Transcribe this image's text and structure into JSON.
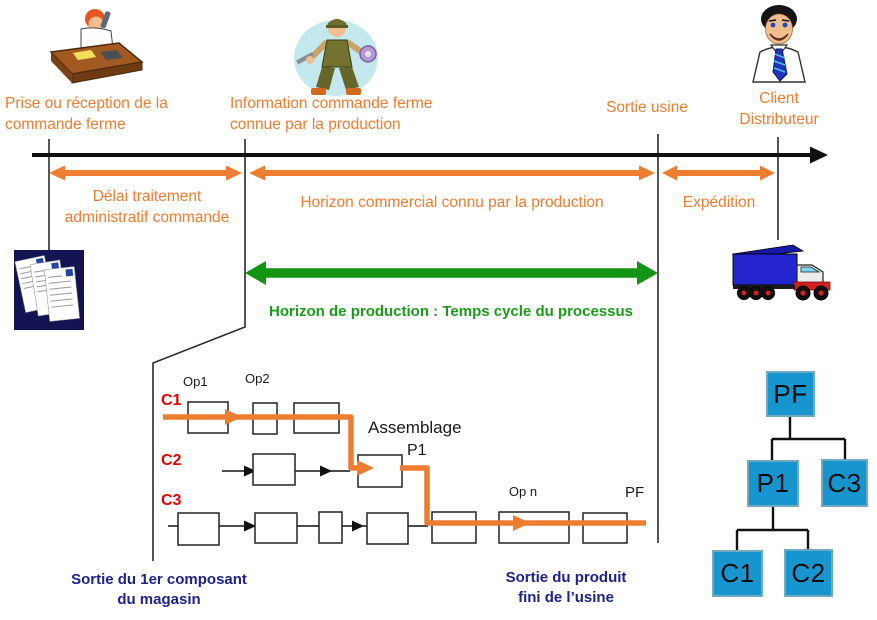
{
  "colors": {
    "orange": "#ED7D31",
    "green": "#149414",
    "green_text": "#1A9C1A",
    "red": "#E60000",
    "navy": "#1F218C",
    "bom_fill": "#1795CE",
    "bom_border": "#73A9BF"
  },
  "header_events": [
    {
      "id": "order",
      "lines": [
        "Prise ou réception de la",
        "commande ferme"
      ]
    },
    {
      "id": "info_production",
      "lines": [
        "Information commande ferme",
        "connue par la production"
      ]
    },
    {
      "id": "sortie_usine",
      "lines": [
        "Sortie usine"
      ]
    },
    {
      "id": "client",
      "lines": [
        "Client",
        "Distributeur"
      ]
    }
  ],
  "timeline_spans": [
    {
      "id": "delai_admin",
      "lines": [
        "Délai traitement",
        "administratif commande"
      ]
    },
    {
      "id": "horizon_commercial",
      "lines": [
        "Horizon commercial connu par la production"
      ]
    },
    {
      "id": "expedition",
      "lines": [
        "Expédition"
      ]
    }
  ],
  "production": {
    "horizon_label": "Horizon de production : Temps cycle du processus",
    "assemblage_label": "Assemblage",
    "p1_label": "P1",
    "ops": {
      "op1": "Op1",
      "op2": "Op2",
      "opn": "Op n",
      "pf": "PF"
    },
    "components": {
      "c1": "C1",
      "c2": "C2",
      "c3": "C3"
    }
  },
  "footnotes": [
    {
      "lines": [
        "Sortie du 1er composant",
        "du magasin"
      ]
    },
    {
      "lines": [
        "Sortie du produit",
        "fini de l’usine"
      ]
    }
  ],
  "bom": {
    "nodes": {
      "pf": "PF",
      "p1": "P1",
      "c3": "C3",
      "c1": "C1",
      "c2": "C2"
    }
  },
  "icons": {
    "order_taker": "receptionist-phone-desk-icon",
    "production_worker": "mechanic-worker-icon",
    "client_person": "businessman-icon",
    "order_documents": "invoice-documents-icon",
    "shipping": "truck-icon"
  }
}
